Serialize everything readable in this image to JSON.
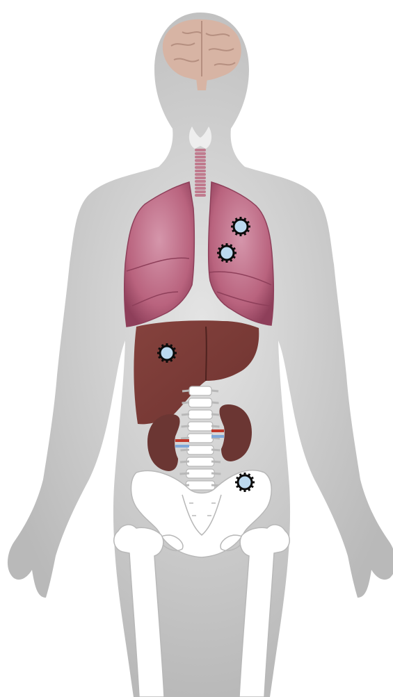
{
  "colors": {
    "background": "#ffffff",
    "body_silhouette": "#b9b9b9",
    "body_highlight": "#e4e4e4",
    "brain": "#d7b4a4",
    "brain_lines": "#b58f80",
    "lungs": "#b9637e",
    "lungs_light": "#d596ab",
    "lungs_dark": "#8e3f5a",
    "trachea": "#c07b8e",
    "thyroid": "#eeeeee",
    "liver": "#6e3330",
    "liver_light": "#85423d",
    "kidneys": "#6b3633",
    "vessel_artery": "#c0392b",
    "vessel_vein": "#7fa8d8",
    "bone": "#ffffff",
    "bone_outline": "#b8b8b8",
    "lesion_fill": "#bcd9ef",
    "lesion_outline": "#0c0c0c"
  },
  "icons": {
    "lesion": "metastasis-marker-icon"
  },
  "organs": [
    "brain",
    "thyroid",
    "trachea",
    "lungs",
    "liver",
    "kidneys",
    "spine",
    "pelvis",
    "femurs"
  ],
  "lesions": [
    {
      "organ": "left-lung-upper"
    },
    {
      "organ": "left-lung-middle"
    },
    {
      "organ": "liver"
    },
    {
      "organ": "pelvis"
    }
  ]
}
